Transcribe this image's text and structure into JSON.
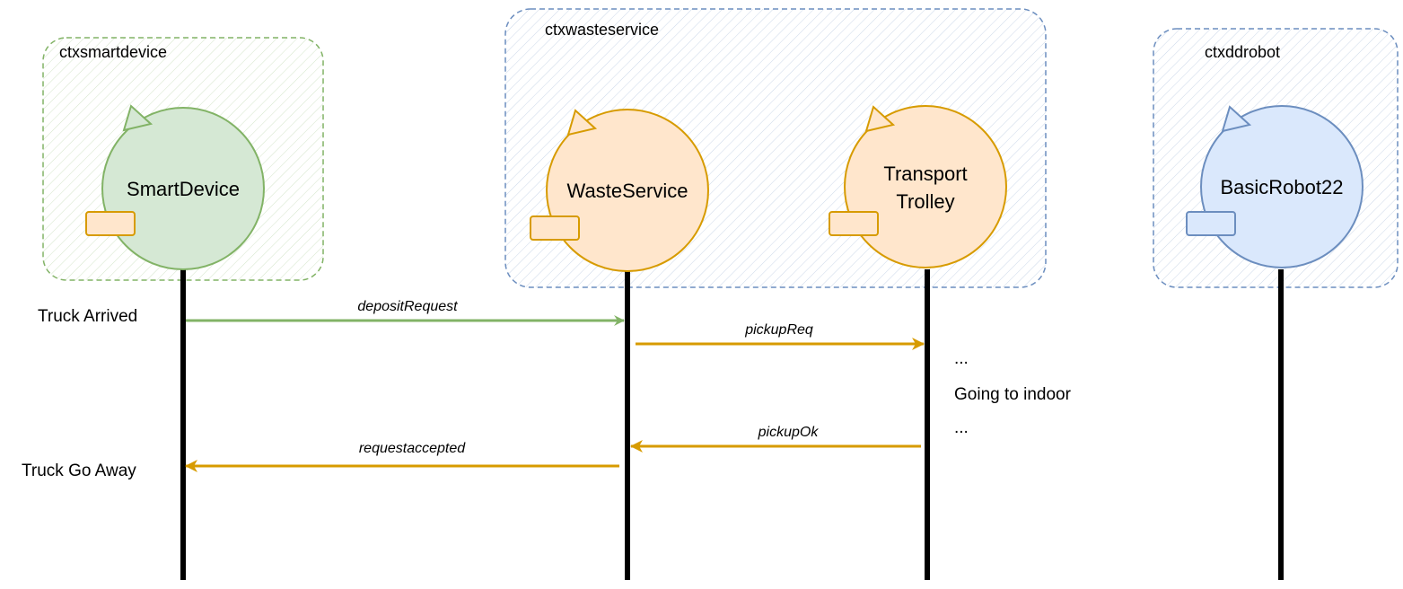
{
  "colors": {
    "green_fill": "#d5e8d4",
    "green_stroke": "#82b366",
    "orange_fill": "#ffe6cc",
    "orange_stroke": "#d79b00",
    "blue_fill": "#dae8fc",
    "blue_stroke": "#6c8ebf",
    "arrow_green": "#82b366",
    "arrow_orange": "#d79b00",
    "lifeline": "#000000"
  },
  "contexts": [
    {
      "id": "ctxsmartdevice",
      "label": "ctxsmartdevice",
      "color": "green"
    },
    {
      "id": "ctxwasteservice",
      "label": "ctxwasteservice",
      "color": "blue"
    },
    {
      "id": "ctxddrobot",
      "label": "ctxddrobot",
      "color": "blue"
    }
  ],
  "actors": [
    {
      "id": "smartdevice",
      "lines": [
        "SmartDevice"
      ],
      "color": "green",
      "icon": "actor-circle-icon"
    },
    {
      "id": "wasteservice",
      "lines": [
        "WasteService"
      ],
      "color": "orange",
      "icon": "actor-circle-icon"
    },
    {
      "id": "transporttrolley",
      "lines": [
        "Transport",
        "Trolley"
      ],
      "color": "orange",
      "icon": "actor-circle-icon"
    },
    {
      "id": "basicrobot22",
      "lines": [
        "BasicRobot22"
      ],
      "color": "blue",
      "icon": "actor-circle-icon"
    }
  ],
  "messages": [
    {
      "label": "depositRequest",
      "from": "smartdevice",
      "to": "wasteservice",
      "color": "green"
    },
    {
      "label": "pickupReq",
      "from": "wasteservice",
      "to": "transporttrolley",
      "color": "orange"
    },
    {
      "label": "pickupOk",
      "from": "transporttrolley",
      "to": "wasteservice",
      "color": "orange"
    },
    {
      "label": "requestaccepted",
      "from": "wasteservice",
      "to": "smartdevice",
      "color": "orange"
    }
  ],
  "notes": {
    "truck_arrived": "Truck Arrived",
    "truck_go_away": "Truck Go Away",
    "ellipsis_top": "...",
    "going_to_indoor": "Going to indoor",
    "ellipsis_bottom": "..."
  }
}
